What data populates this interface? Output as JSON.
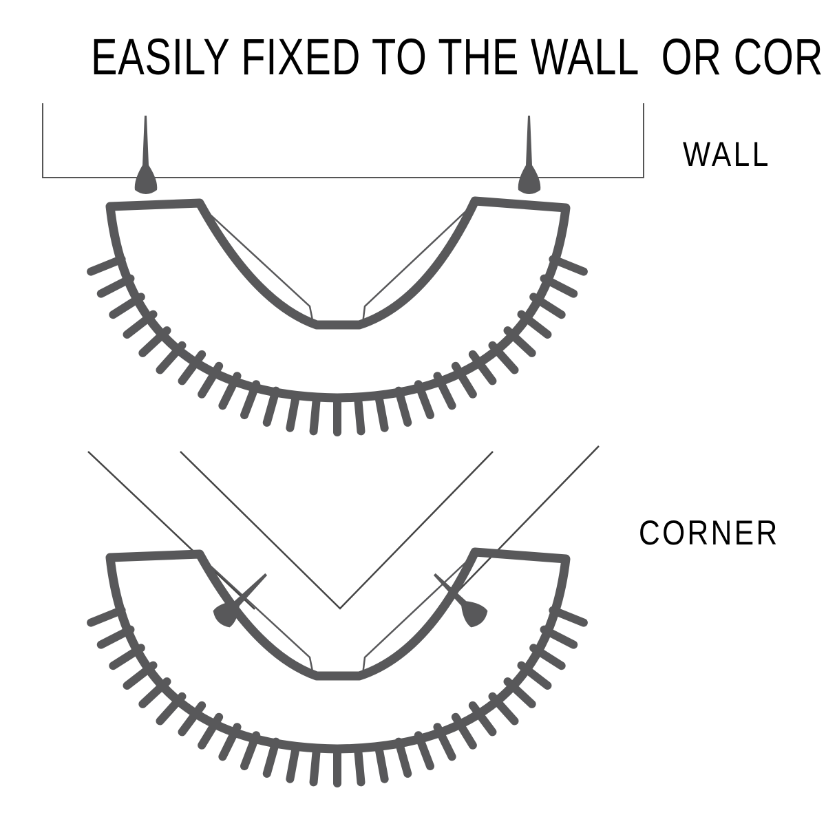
{
  "title": "EASILY FIXED TO THE WALL  OR CORNER",
  "labels": {
    "wall": "WALL",
    "corner": "CORNER"
  },
  "colors": {
    "drawing": "#58585a",
    "line": "#444444",
    "text": "#000000"
  }
}
